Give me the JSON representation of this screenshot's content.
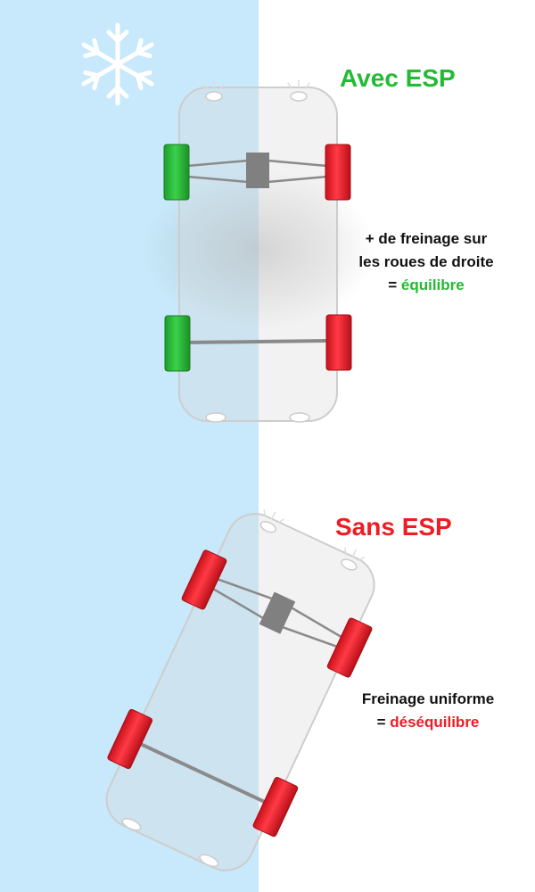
{
  "colors": {
    "ice": "#c7e9fb",
    "ok": "#22bb33",
    "bad": "#ee1c24",
    "wheel_green": "#2ecc40",
    "wheel_red": "#ff2a36",
    "car_body": "#cfcfcf",
    "brake_block": "#808080"
  },
  "icons": [
    "snowflake-icon"
  ],
  "sections": {
    "avec": {
      "title": "Avec ESP",
      "note_line1": "+ de freinage sur",
      "note_line2": "les roues de droite",
      "note_prefix": "= ",
      "note_result": "équilibre"
    },
    "sans": {
      "title": "Sans ESP",
      "note_line1": "Freinage uniforme",
      "note_prefix": "= ",
      "note_result": "déséquilibre"
    }
  }
}
